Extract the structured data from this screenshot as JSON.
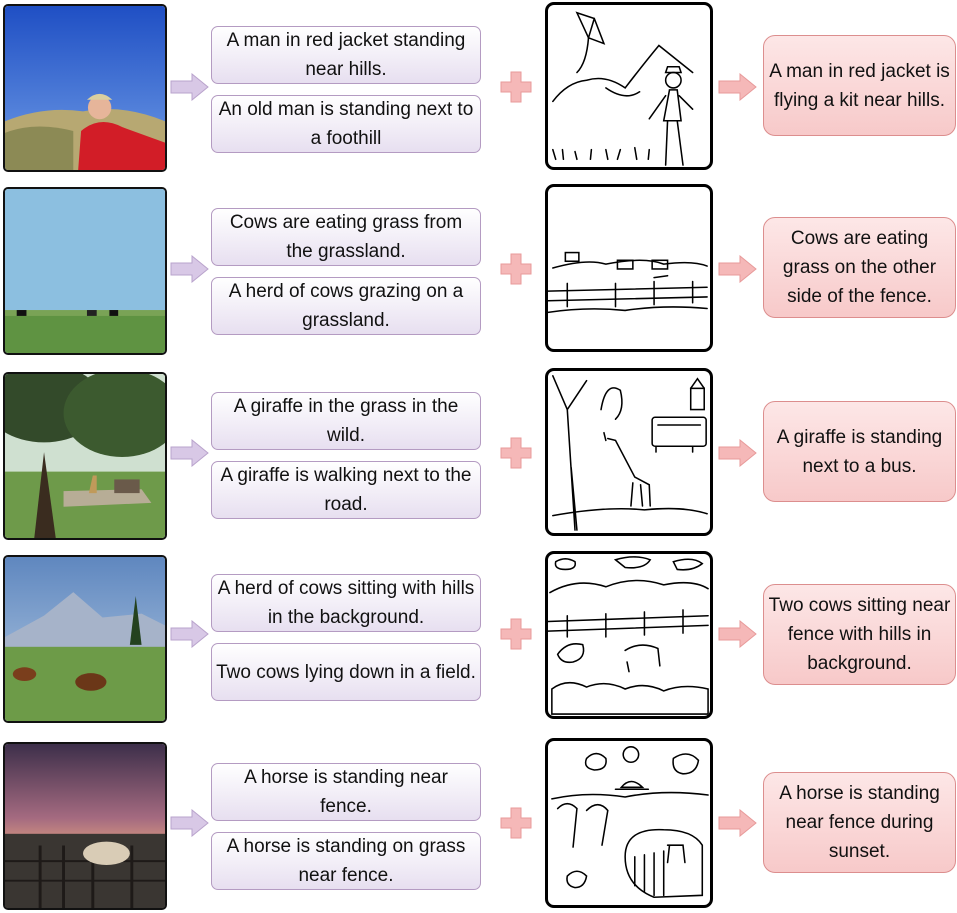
{
  "rows": [
    {
      "captions": [
        "A man in red jacket standing near hills.",
        "An old man is standing next to a foothill"
      ],
      "output": "A man in red jacket is flying a kit near hills."
    },
    {
      "captions": [
        "Cows are eating grass from the grassland.",
        "A herd of cows grazing on a grassland."
      ],
      "output": "Cows are eating grass on the other side of the fence."
    },
    {
      "captions": [
        "A giraffe in the grass in the wild.",
        "A giraffe is walking next to the road."
      ],
      "output": "A giraffe is standing next to a bus."
    },
    {
      "captions": [
        "A herd of cows sitting with hills in the background.",
        "Two cows lying down in a field."
      ],
      "output": "Two cows sitting near fence with hills in background."
    },
    {
      "captions": [
        "A horse is standing near fence.",
        "A horse is standing on grass near fence."
      ],
      "output": "A horse is standing near fence during sunset."
    }
  ],
  "colors": {
    "caption_border": "#b49bc2",
    "output_border": "#dc8e8e",
    "purple_arrow": "#d8c8e6",
    "pink_arrow": "#f5b8b8"
  }
}
